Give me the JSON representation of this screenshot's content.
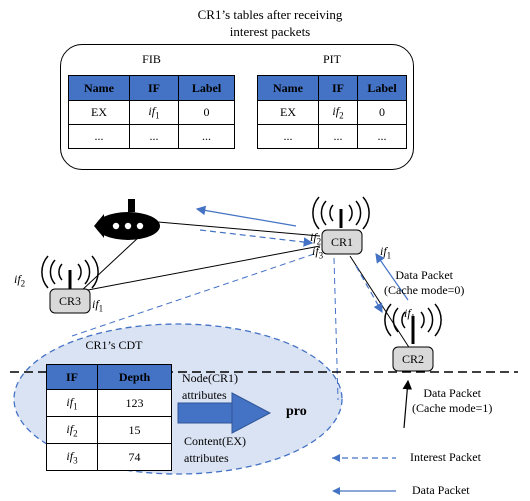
{
  "header": {
    "line1": "CR1’s tables after receiving",
    "line2": "interest packets"
  },
  "fib": {
    "title": "FIB",
    "columns": [
      "Name",
      "IF",
      "Label"
    ],
    "rows": [
      [
        "EX",
        "if1",
        "0"
      ],
      [
        "...",
        "...",
        "..."
      ]
    ]
  },
  "pit": {
    "title": "PIT",
    "columns": [
      "Name",
      "IF",
      "Label"
    ],
    "rows": [
      [
        "EX",
        "if2",
        "0"
      ],
      [
        "...",
        "...",
        "..."
      ]
    ]
  },
  "cdt": {
    "title": "CR1’s CDT",
    "columns": [
      "IF",
      "Depth"
    ],
    "rows": [
      [
        "if1",
        "123"
      ],
      [
        "if2",
        "15"
      ],
      [
        "if3",
        "74"
      ]
    ]
  },
  "process": {
    "node_label_1": "Node(CR1)",
    "node_label_2": "attributes",
    "content_label_1": "Content(EX)",
    "content_label_2": "attributes",
    "arrow_text": "pro"
  },
  "nodes": {
    "cr1": "CR1",
    "cr2": "CR2",
    "cr3": "CR3",
    "cr1_if1": "if1",
    "cr1_if2": "if2",
    "cr1_if3": "if3",
    "cr2_if1": "if1",
    "cr3_if1": "if1",
    "cr3_if2": "if2"
  },
  "annotations": {
    "dp0_line1": "Data Packet",
    "dp0_line2": "(Cache mode=0)",
    "dp1_line1": "Data Packet",
    "dp1_line2": "(Cache mode=1)"
  },
  "legend": {
    "interest": "Interest Packet",
    "data": "Data Packet"
  },
  "colors": {
    "table_header": "#4472c4",
    "packet_line": "#4472c4",
    "router_box": "#d9d9d9",
    "cdt_ellipse": "#dae3f3"
  },
  "icons": [
    "submarine-icon",
    "antenna-icon"
  ]
}
